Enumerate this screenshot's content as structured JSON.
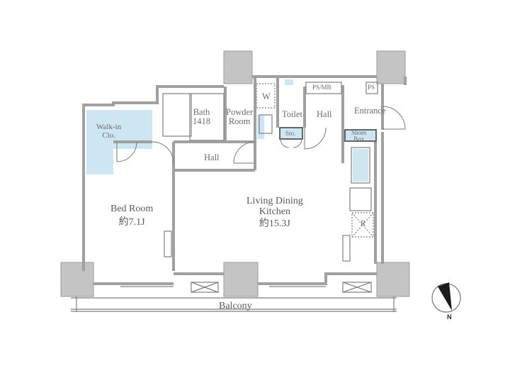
{
  "floor_plan": {
    "colors": {
      "wall": "#a9a9a9",
      "wall_line": "#8a8a8a",
      "column": "#c4c4c4",
      "storage_fill": "#cde6f2",
      "text": "#6b6b6b",
      "background": "#ffffff"
    },
    "rooms": {
      "walk_in_closet": {
        "line1": "Walk-in",
        "line2": "Clo."
      },
      "bath": {
        "line1": "Bath",
        "line2": "1418"
      },
      "powder_room": {
        "line1": "Powder",
        "line2": "Room"
      },
      "washer": {
        "label": "W"
      },
      "toilet": {
        "label": "Toilet"
      },
      "hall_upper": {
        "label": "Hall"
      },
      "hall_lower": {
        "label": "Hall"
      },
      "ps_mb": {
        "label": "PS/MB"
      },
      "ps": {
        "label": "PS"
      },
      "entrance": {
        "label": "Entrance"
      },
      "storage": {
        "label": "Sto."
      },
      "shoes_box": {
        "line1": "Shoes",
        "line2": "Box"
      },
      "bed_room": {
        "name": "Bed Room",
        "area": "約7.1J"
      },
      "ldk": {
        "line1": "Living Dining",
        "line2": "Kitchen",
        "area": "約15.3J"
      },
      "refrigerator": {
        "label": "R"
      },
      "balcony": {
        "label": "Balcony"
      }
    },
    "compass": {
      "label": "N"
    }
  }
}
